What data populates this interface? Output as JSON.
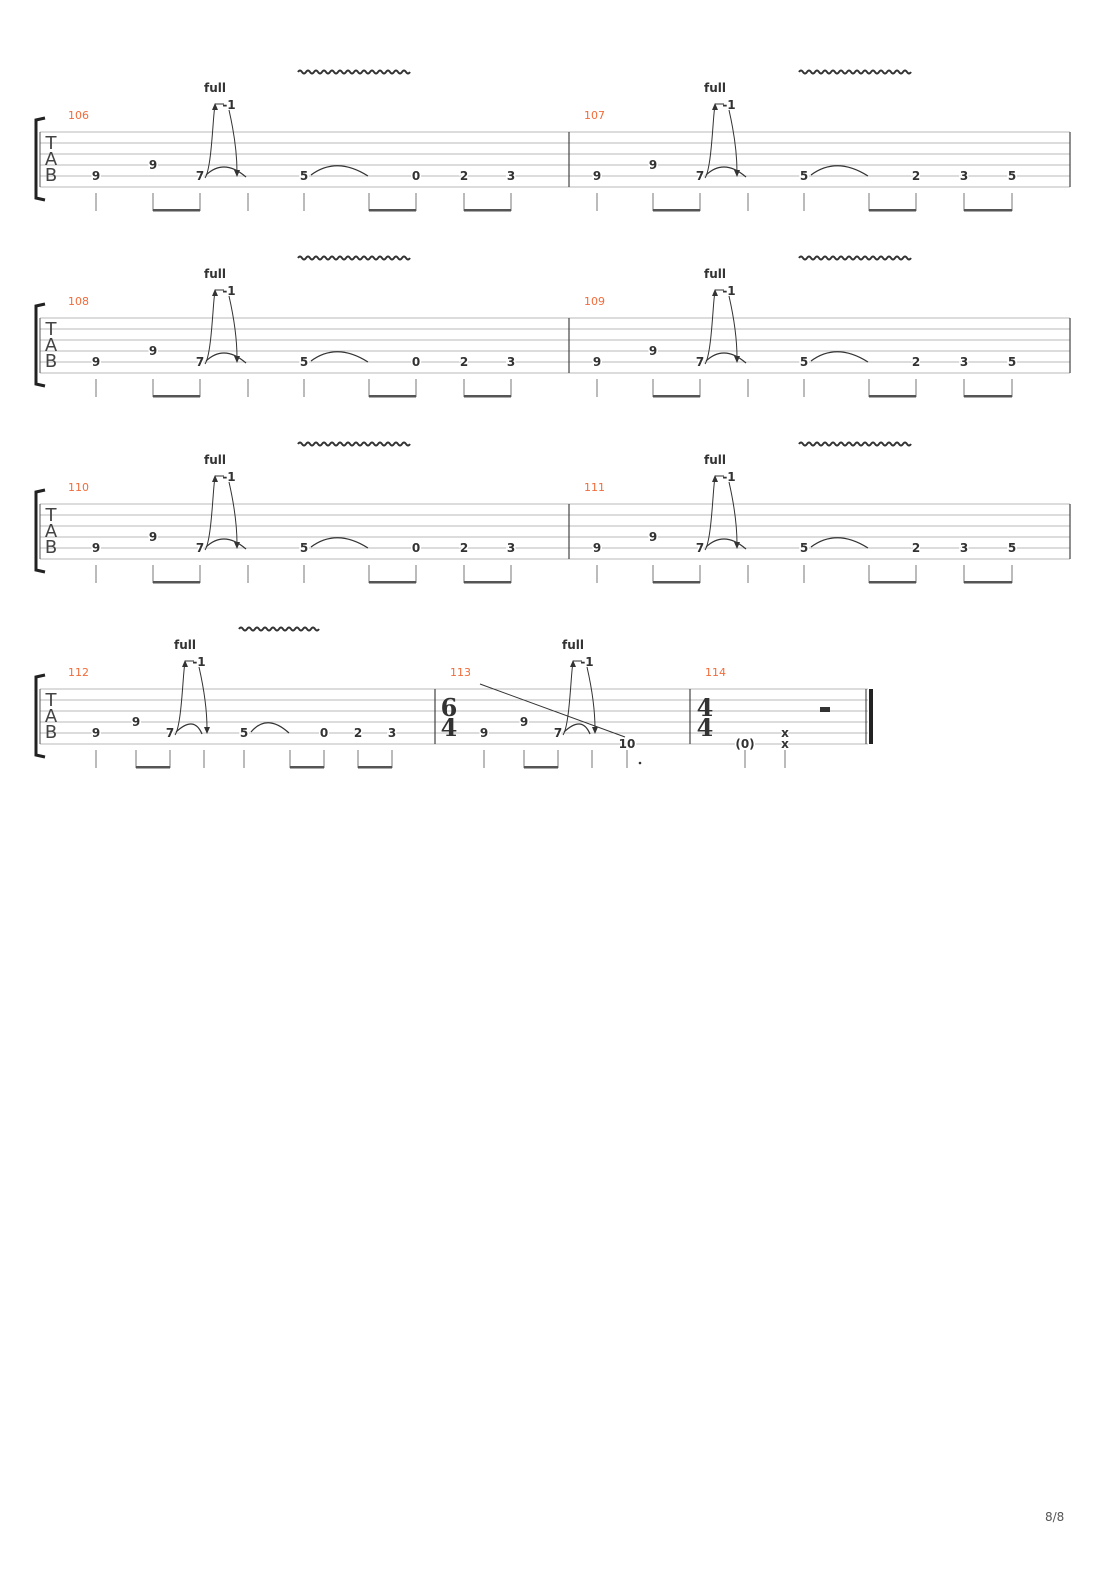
{
  "page_number": "8/8",
  "tab_clef": [
    "T",
    "A",
    "B"
  ],
  "colors": {
    "measure_number": "#f26b3a",
    "staff_line": "#b8b8b8",
    "ink": "#333333"
  },
  "systems": [
    {
      "measures": [
        {
          "number": "106",
          "bend": {
            "amount": "full",
            "release": "-1"
          },
          "vibrato": true,
          "notes": [
            {
              "fret": "9",
              "string": 5
            },
            {
              "fret": "9",
              "string": 4
            },
            {
              "fret": "7",
              "string": 5
            },
            {
              "fret": "",
              "string": 5
            },
            {
              "fret": "5",
              "string": 5
            },
            {
              "fret": "",
              "string": 5
            },
            {
              "fret": "0",
              "string": 5
            },
            {
              "fret": "2",
              "string": 5
            },
            {
              "fret": "3",
              "string": 5
            }
          ]
        },
        {
          "number": "107",
          "bend": {
            "amount": "full",
            "release": "-1"
          },
          "vibrato": true,
          "notes": [
            {
              "fret": "9",
              "string": 5
            },
            {
              "fret": "9",
              "string": 4
            },
            {
              "fret": "7",
              "string": 5
            },
            {
              "fret": "",
              "string": 5
            },
            {
              "fret": "5",
              "string": 5
            },
            {
              "fret": "",
              "string": 5
            },
            {
              "fret": "2",
              "string": 5
            },
            {
              "fret": "3",
              "string": 5
            },
            {
              "fret": "5",
              "string": 5
            }
          ]
        }
      ]
    },
    {
      "measures": [
        {
          "number": "108",
          "bend": {
            "amount": "full",
            "release": "-1"
          },
          "vibrato": true,
          "notes": [
            {
              "fret": "9",
              "string": 5
            },
            {
              "fret": "9",
              "string": 4
            },
            {
              "fret": "7",
              "string": 5
            },
            {
              "fret": "",
              "string": 5
            },
            {
              "fret": "5",
              "string": 5
            },
            {
              "fret": "",
              "string": 5
            },
            {
              "fret": "0",
              "string": 5
            },
            {
              "fret": "2",
              "string": 5
            },
            {
              "fret": "3",
              "string": 5
            }
          ]
        },
        {
          "number": "109",
          "bend": {
            "amount": "full",
            "release": "-1"
          },
          "vibrato": true,
          "notes": [
            {
              "fret": "9",
              "string": 5
            },
            {
              "fret": "9",
              "string": 4
            },
            {
              "fret": "7",
              "string": 5
            },
            {
              "fret": "",
              "string": 5
            },
            {
              "fret": "5",
              "string": 5
            },
            {
              "fret": "",
              "string": 5
            },
            {
              "fret": "2",
              "string": 5
            },
            {
              "fret": "3",
              "string": 5
            },
            {
              "fret": "5",
              "string": 5
            }
          ]
        }
      ]
    },
    {
      "measures": [
        {
          "number": "110",
          "bend": {
            "amount": "full",
            "release": "-1"
          },
          "vibrato": true,
          "notes": [
            {
              "fret": "9",
              "string": 5
            },
            {
              "fret": "9",
              "string": 4
            },
            {
              "fret": "7",
              "string": 5
            },
            {
              "fret": "",
              "string": 5
            },
            {
              "fret": "5",
              "string": 5
            },
            {
              "fret": "",
              "string": 5
            },
            {
              "fret": "0",
              "string": 5
            },
            {
              "fret": "2",
              "string": 5
            },
            {
              "fret": "3",
              "string": 5
            }
          ]
        },
        {
          "number": "111",
          "bend": {
            "amount": "full",
            "release": "-1"
          },
          "vibrato": true,
          "notes": [
            {
              "fret": "9",
              "string": 5
            },
            {
              "fret": "9",
              "string": 4
            },
            {
              "fret": "7",
              "string": 5
            },
            {
              "fret": "",
              "string": 5
            },
            {
              "fret": "5",
              "string": 5
            },
            {
              "fret": "",
              "string": 5
            },
            {
              "fret": "2",
              "string": 5
            },
            {
              "fret": "3",
              "string": 5
            },
            {
              "fret": "5",
              "string": 5
            }
          ]
        }
      ]
    },
    {
      "measures": [
        {
          "number": "112",
          "bend": {
            "amount": "full",
            "release": "-1"
          },
          "vibrato": true,
          "notes": [
            {
              "fret": "9",
              "string": 5
            },
            {
              "fret": "9",
              "string": 4
            },
            {
              "fret": "7",
              "string": 5
            },
            {
              "fret": "",
              "string": 5
            },
            {
              "fret": "5",
              "string": 5
            },
            {
              "fret": "",
              "string": 5
            },
            {
              "fret": "0",
              "string": 5
            },
            {
              "fret": "2",
              "string": 5
            },
            {
              "fret": "3",
              "string": 5
            }
          ]
        },
        {
          "number": "113",
          "time_signature": [
            "6",
            "4"
          ],
          "bend": {
            "amount": "full",
            "release": "-1"
          },
          "slide": true,
          "notes": [
            {
              "fret": "9",
              "string": 5
            },
            {
              "fret": "9",
              "string": 4
            },
            {
              "fret": "7",
              "string": 5
            },
            {
              "fret": "",
              "string": 5
            },
            {
              "fret": "10",
              "string": 6,
              "dotted": true
            }
          ]
        },
        {
          "number": "114",
          "time_signature": [
            "4",
            "4"
          ],
          "rest": "half",
          "final": true,
          "notes": [
            {
              "fret": "(0)",
              "string": 6
            },
            {
              "fret": "x",
              "string": 5,
              "chord": "x"
            }
          ]
        }
      ]
    }
  ]
}
